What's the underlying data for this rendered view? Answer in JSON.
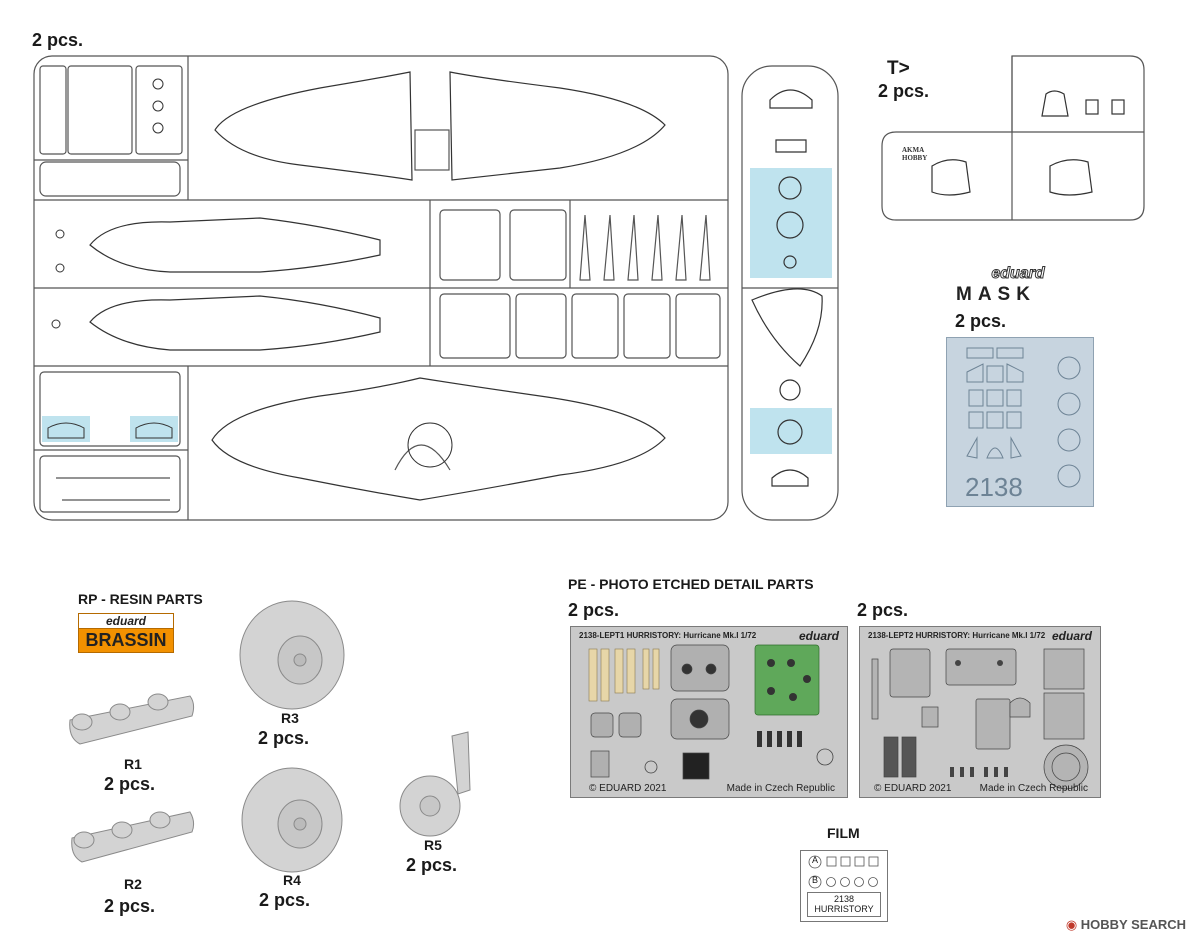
{
  "sprue_main": {
    "qty": "2 pcs."
  },
  "sprue_t": {
    "label": "T>",
    "qty": "2 pcs."
  },
  "mask": {
    "brand": "eduard",
    "word": "MASK",
    "qty": "2 pcs.",
    "code": "2138"
  },
  "resin": {
    "heading": "RP - RESIN PARTS",
    "logo_top": "eduard",
    "logo_bottom": "BRASSIN",
    "parts": [
      {
        "id": "R1",
        "qty": "2 pcs."
      },
      {
        "id": "R2",
        "qty": "2 pcs."
      },
      {
        "id": "R3",
        "qty": "2 pcs."
      },
      {
        "id": "R4",
        "qty": "2 pcs."
      },
      {
        "id": "R5",
        "qty": "2 pcs."
      }
    ]
  },
  "pe": {
    "heading": "PE - PHOTO ETCHED DETAIL PARTS",
    "frets": [
      {
        "qty": "2 pcs.",
        "title": "2138-LEPT1  HURRISTORY: Hurricane Mk.I    1/72",
        "brand": "eduard",
        "copyright": "© EDUARD 2021",
        "made": "Made in Czech Republic"
      },
      {
        "qty": "2 pcs.",
        "title": "2138-LEPT2  HURRISTORY: Hurricane Mk.I    1/72",
        "brand": "eduard",
        "copyright": "© EDUARD 2021",
        "made": "Made in Czech Republic"
      }
    ]
  },
  "film": {
    "heading": "FILM",
    "row_a": "A",
    "row_b": "B",
    "code": "2138",
    "name": "HURRISTORY"
  },
  "watermark": "HOBBY SEARCH",
  "colors": {
    "clear_part": "#bfe3ee",
    "mask_blue": "#c7d4df",
    "brassin_orange": "#f29100",
    "pe_grey": "#c9c9c9",
    "pe_green": "#5fa85a"
  }
}
